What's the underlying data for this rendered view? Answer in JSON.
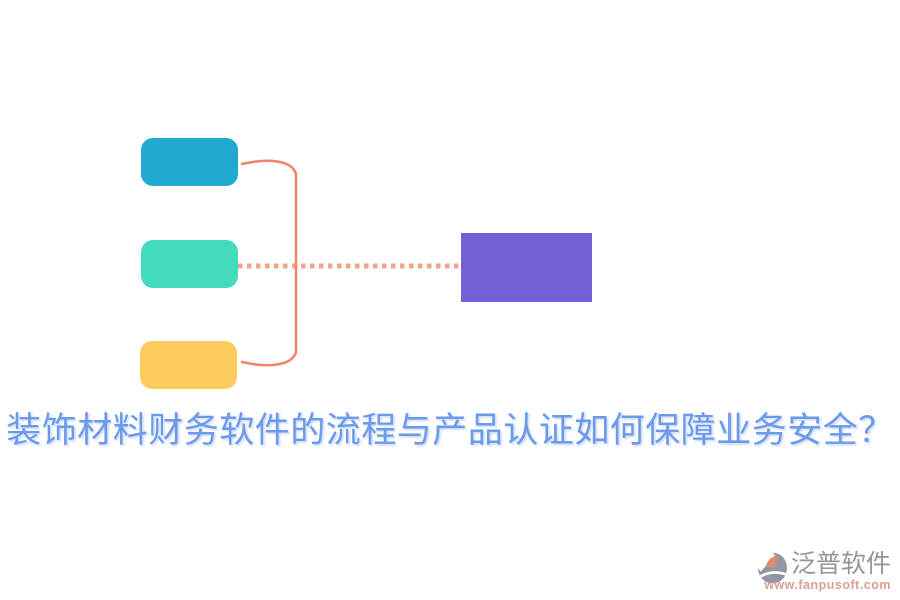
{
  "title": {
    "text": "装饰材料财务软件的流程与产品认证如何保障业务安全？",
    "color": "#6B9AEB"
  },
  "diagram": {
    "nodes": [
      {
        "id": "top",
        "color": "#21A9D1"
      },
      {
        "id": "middle",
        "color": "#43DBBD"
      },
      {
        "id": "bottom",
        "color": "#FDCB5D"
      }
    ],
    "result_node": {
      "color": "#7460D6"
    },
    "bracket_color": "#F0826F",
    "dotted_line_color": "#F2A38D"
  },
  "footer": {
    "brand": "泛普软件",
    "brand_color": "#9C9396",
    "url": "www.fanpusoft.com",
    "url_color": "#DC9D94",
    "logo_badge_color": "#9097A4",
    "logo_accent_color": "#DC8A72"
  }
}
